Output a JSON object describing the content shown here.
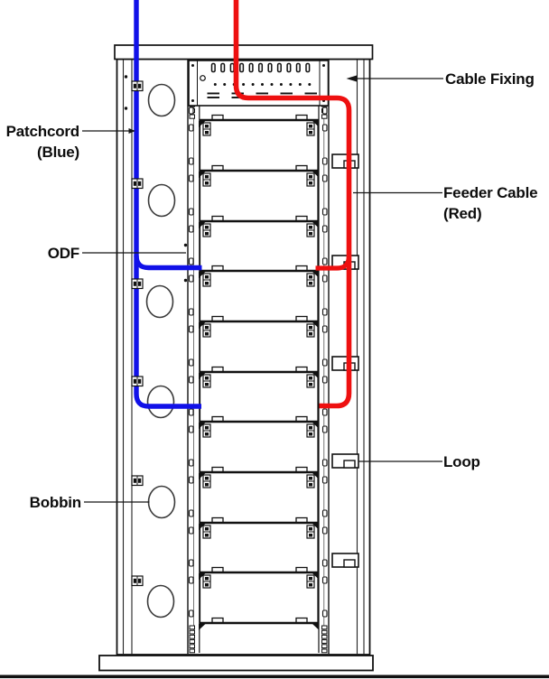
{
  "diagram": {
    "labels": {
      "patchcord_line1": "Patchcord",
      "patchcord_line2": "(Blue)",
      "odf": "ODF",
      "bobbin": "Bobbin",
      "cable_fixing": "Cable Fixing",
      "feeder_line1": "Feeder Cable",
      "feeder_line2": "(Red)",
      "loop": "Loop"
    },
    "colors": {
      "patchcord_blue": "#1111e8",
      "feeder_red": "#ee1010",
      "line_black": "#111111"
    }
  }
}
